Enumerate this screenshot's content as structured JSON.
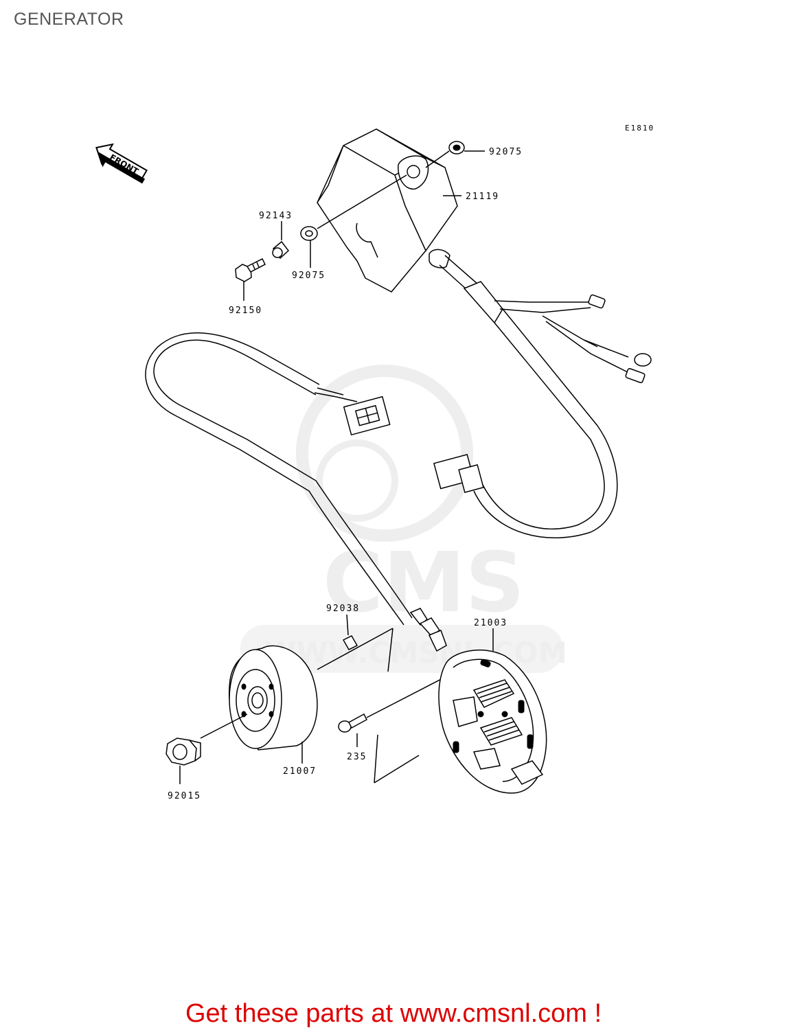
{
  "title": "GENERATOR",
  "diagram_code": "E1810",
  "front_label": "FRONT",
  "parts": {
    "p92075_top": "92075",
    "p21119": "21119",
    "p92143": "92143",
    "p92075_mid": "92075",
    "p92150": "92150",
    "p92038": "92038",
    "p21003": "21003",
    "p235": "235",
    "p21007": "21007",
    "p92015": "92015"
  },
  "watermark": {
    "logo_text": "CMS",
    "url_text": "WWW.CMSNL.COM"
  },
  "footer": {
    "text": "Get these parts at www.cmsnl.com !",
    "color": "#dd0000"
  }
}
